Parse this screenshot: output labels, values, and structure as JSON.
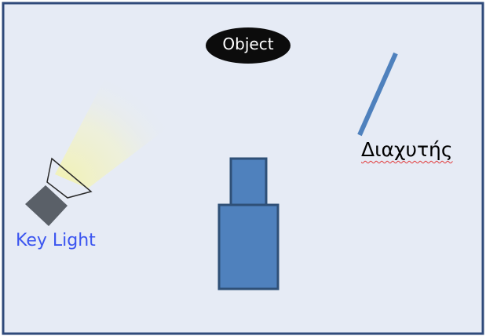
{
  "labels": {
    "object": "Object",
    "key_light": "Key Light",
    "diffuser": "Διαχυτής"
  },
  "colors": {
    "background": "#e6ebf5",
    "frame": "#2f4a7a",
    "object_fill": "#0c0c0c",
    "camera_fill": "#4f81bd",
    "camera_stroke": "#2f5077",
    "diffuser": "#4f81bd",
    "light_body": "#5a6068",
    "light_beam": "#f2f2b0",
    "key_light_text": "#3b55f0",
    "spellcheck_underline": "#e23a3a"
  },
  "icons": {
    "key_light": "spotlight-icon",
    "camera": "camera-icon",
    "diffuser": "diffuser-panel-icon"
  }
}
